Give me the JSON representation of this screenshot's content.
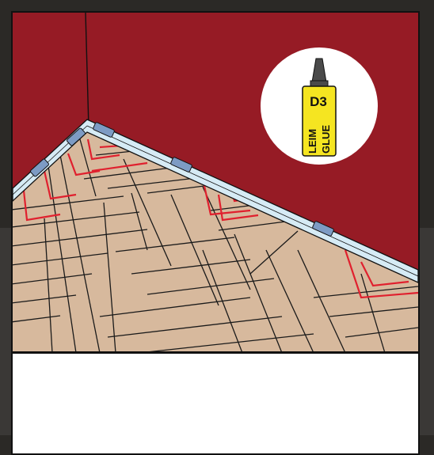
{
  "illustration": {
    "glue_bottle": {
      "code": "D3",
      "line1": "LEIM",
      "line2": "GLUE"
    },
    "colors": {
      "wall": "#961b25",
      "floor": "#d7b99d",
      "floor_lines": "#1a1a1a",
      "glue_lines": "#e0202e",
      "skirting": "#d6ebf5",
      "clips": "#7d9bc4",
      "bottle": "#f5e521",
      "nozzle": "#4a4a4a"
    },
    "icons": [
      "skirting-clip-icon",
      "glue-bottle-icon"
    ]
  }
}
